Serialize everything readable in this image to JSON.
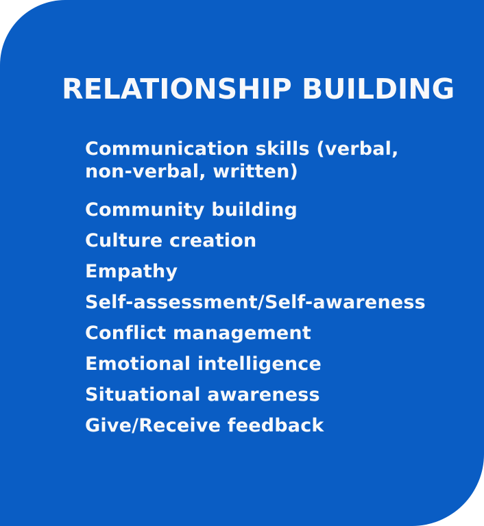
{
  "card": {
    "background_color": "#0A5DC4",
    "text_color": "#F7F8FA",
    "title": "RELATIONSHIP BUILDING",
    "items": [
      "Communication skills (verbal,\nnon-verbal, written)",
      "Community building",
      "Culture creation",
      "Empathy",
      "Self-assessment/Self-awareness",
      "Conflict management",
      "Emotional intelligence",
      "Situational awareness",
      "Give/Receive feedback"
    ]
  }
}
